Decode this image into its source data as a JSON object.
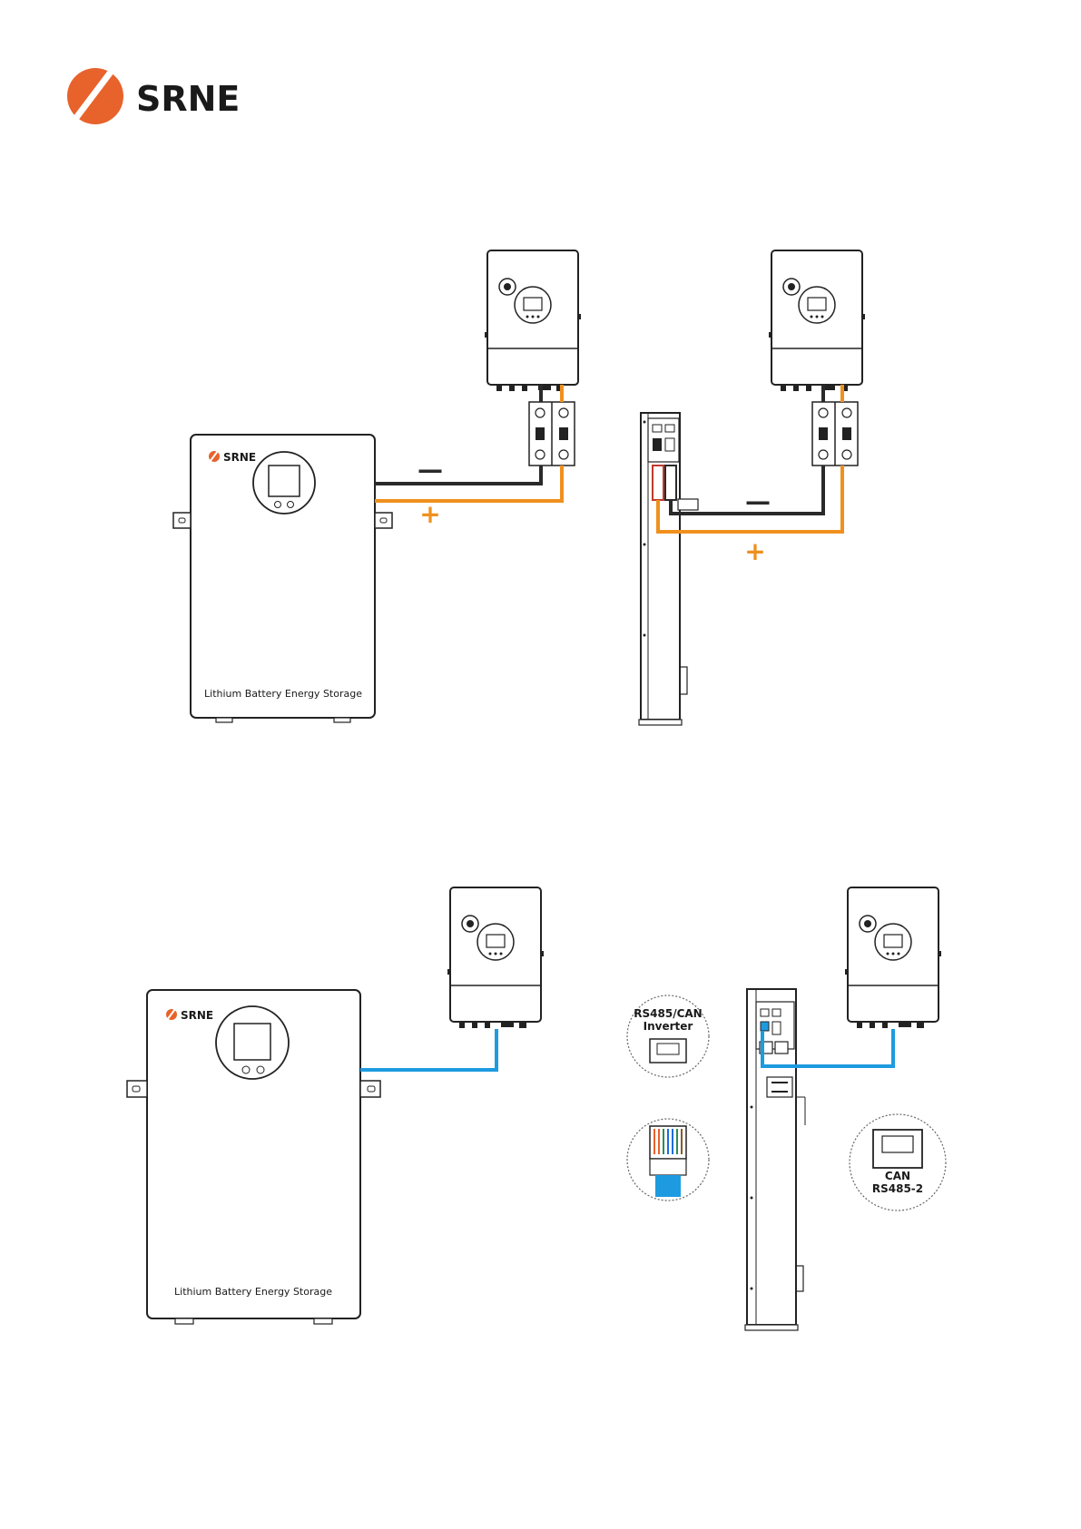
{
  "brand": {
    "name": "SRNE",
    "logo_icon": "srne-logo-icon",
    "accent_color": "#E8622C",
    "text_color": "#1A1A1A"
  },
  "colors": {
    "positive_cable": "#F0901E",
    "negative_cable": "#2A2A2A",
    "comm_cable": "#1E9BE0"
  },
  "diagram_power": {
    "negative_sign": "—",
    "positive_sign": "+",
    "battery_label": "Lithium Battery Energy Storage"
  },
  "diagram_comm": {
    "battery_label": "Lithium Battery Energy Storage",
    "callout_inverter_port": [
      "RS485/CAN",
      "Inverter"
    ],
    "callout_battery_port": [
      "CAN",
      "RS485-2"
    ]
  }
}
